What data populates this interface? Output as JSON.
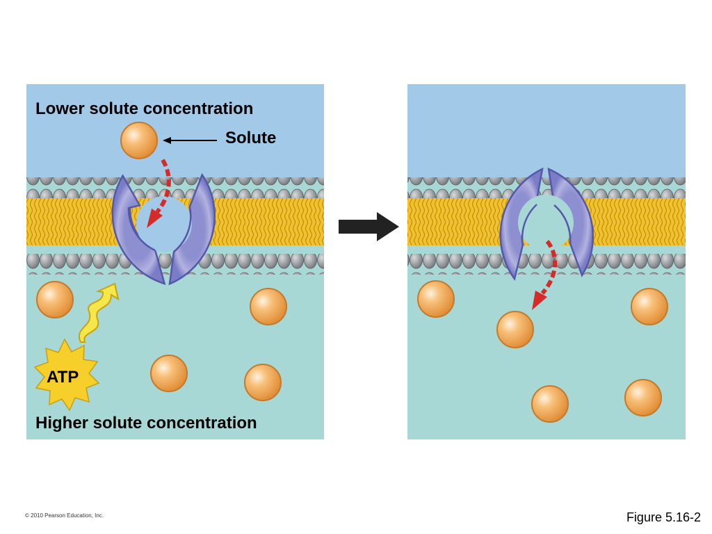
{
  "left_panel": {
    "top_label": "Lower solute concentration",
    "solute_label": "Solute",
    "energy_label": "ATP",
    "bottom_label": "Higher solute concentration"
  },
  "footer": {
    "copyright": "© 2010 Pearson Education, Inc.",
    "figure": "Figure 5.16-2"
  },
  "colors": {
    "extracellular": "#a3c9e8",
    "cytoplasm": "#a8d8d5",
    "lipid_tail": "#f2c12e",
    "phosphate_head": "#8a8d90",
    "protein": "#a9a8d8",
    "protein_edge": "#5558a8",
    "solute": "#eda050",
    "transport_arrow": "#d42a28",
    "atp_star": "#f6cf2b"
  },
  "icons": [
    "solute-particle",
    "transport-protein",
    "atp-starburst",
    "energy-squiggle-arrow",
    "step-arrow"
  ]
}
